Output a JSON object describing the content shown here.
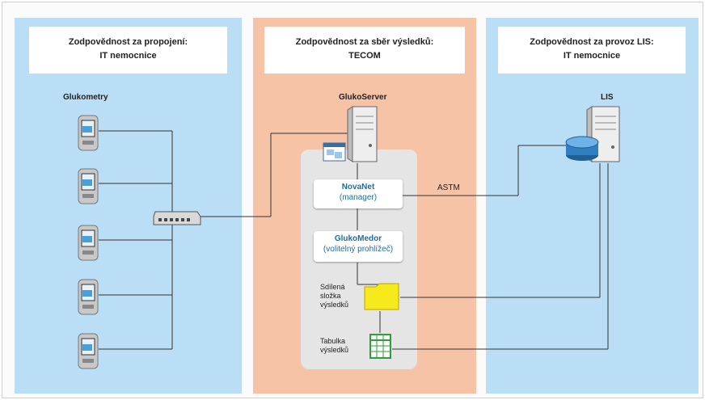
{
  "panels": {
    "left": {
      "title_line1": "Zodpovědnost za propojení:",
      "title_line2": "IT nemocnice",
      "label": "Glukometry"
    },
    "middle": {
      "title_line1": "Zodpovědnost za sběr výsledků:",
      "title_line2": "TECOM",
      "label": "GlukoServer"
    },
    "right": {
      "title_line1": "Zodpovědnost za provoz LIS:",
      "title_line2": "IT nemocnice",
      "label": "LIS"
    }
  },
  "components": {
    "novanet": {
      "name": "NovaNet",
      "sub": "(manager)"
    },
    "glukomedor": {
      "name": "GlukoMedor",
      "sub": "(volitelný prohlížeč)"
    },
    "shared_folder": {
      "line1": "Sdílená",
      "line2": "složka",
      "line3": "výsledků"
    },
    "results_table": {
      "line1": "Tabulka",
      "line2": "výsledků"
    },
    "protocol": "ASTM"
  },
  "colors": {
    "blue_panel": "#b9def5",
    "orange_panel": "#f6c3a6",
    "accent_text": "#1a6fa5",
    "folder": "#f7ea1c",
    "table": "#2f9d3a"
  },
  "glucometer_count": 5
}
